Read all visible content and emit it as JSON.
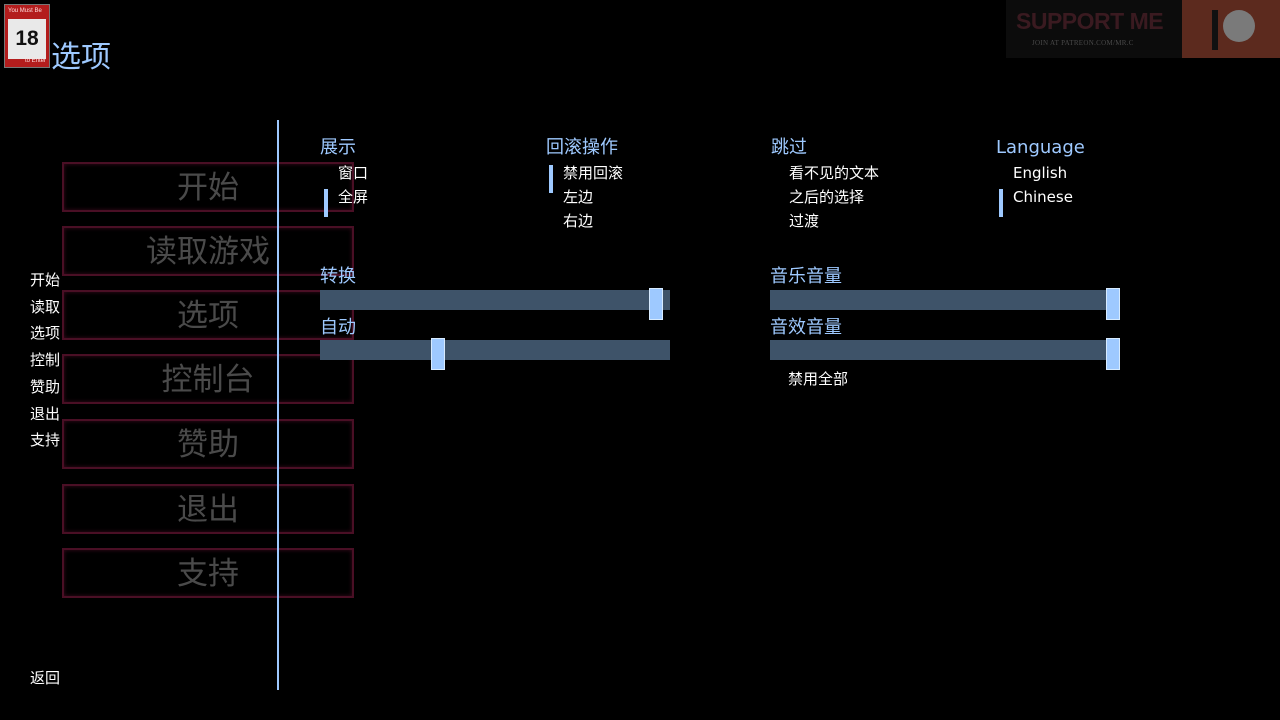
{
  "badge": {
    "top": "You Must Be",
    "number": "18",
    "bottom": "to Enter"
  },
  "page_title": "选项",
  "support": {
    "title": "SUPPORT ME",
    "subtitle": "JOIN AT PATREON.COM/MR.C"
  },
  "background_menu": [
    "开始",
    "读取游戏",
    "选项",
    "控制台",
    "赞助",
    "退出",
    "支持"
  ],
  "nav": {
    "items": [
      "开始",
      "读取",
      "选项",
      "控制",
      "赞助",
      "退出",
      "支持"
    ],
    "back": "返回"
  },
  "display": {
    "label": "展示",
    "options": [
      "窗口",
      "全屏"
    ],
    "selected": "全屏"
  },
  "rollback": {
    "label": "回滚操作",
    "options": [
      "禁用回滚",
      "左边",
      "右边"
    ],
    "selected": "禁用回滚"
  },
  "skip": {
    "label": "跳过",
    "options": [
      "看不见的文本",
      "之后的选择",
      "过渡"
    ]
  },
  "language": {
    "label": "Language",
    "options": [
      "English",
      "Chinese"
    ],
    "selected": "Chinese"
  },
  "sliders": {
    "text_speed": {
      "label": "转换",
      "value": 0.98
    },
    "auto_forward": {
      "label": "自动",
      "value": 0.33
    },
    "music_volume": {
      "label": "音乐音量",
      "value": 1.0
    },
    "sound_volume": {
      "label": "音效音量",
      "value": 1.0
    }
  },
  "mute_all": "禁用全部",
  "colors": {
    "accent": "#9ec9ff",
    "track": "#3e5369",
    "button_border": "#4a0f25"
  }
}
